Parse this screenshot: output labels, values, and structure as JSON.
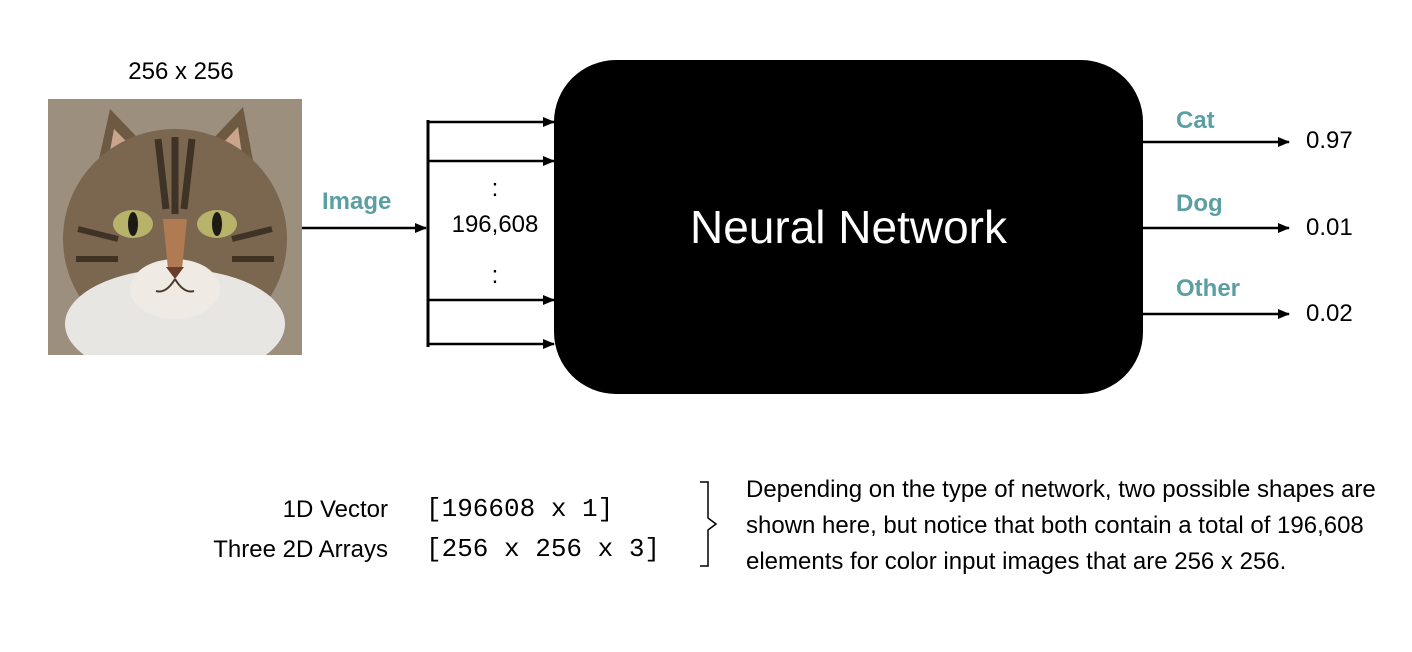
{
  "input": {
    "size_label": "256 x 256",
    "image_label": "Image",
    "count_label": "196,608",
    "dots": ":"
  },
  "network": {
    "label": "Neural Network"
  },
  "outputs": [
    {
      "class": "Cat",
      "prob": "0.97"
    },
    {
      "class": "Dog",
      "prob": "0.01"
    },
    {
      "class": "Other",
      "prob": "0.02"
    }
  ],
  "shapes": [
    {
      "name": "1D Vector",
      "value": "[196608 x 1]"
    },
    {
      "name": "Three 2D Arrays",
      "value": "[256 x 256 x 3]"
    }
  ],
  "note": "Depending on the type of network, two possible shapes are shown here, but notice that both contain a total of 196,608 elements for color input images that are 256 x 256.",
  "colors": {
    "label_teal": "#5b9fa3",
    "network_fill": "#000000"
  }
}
